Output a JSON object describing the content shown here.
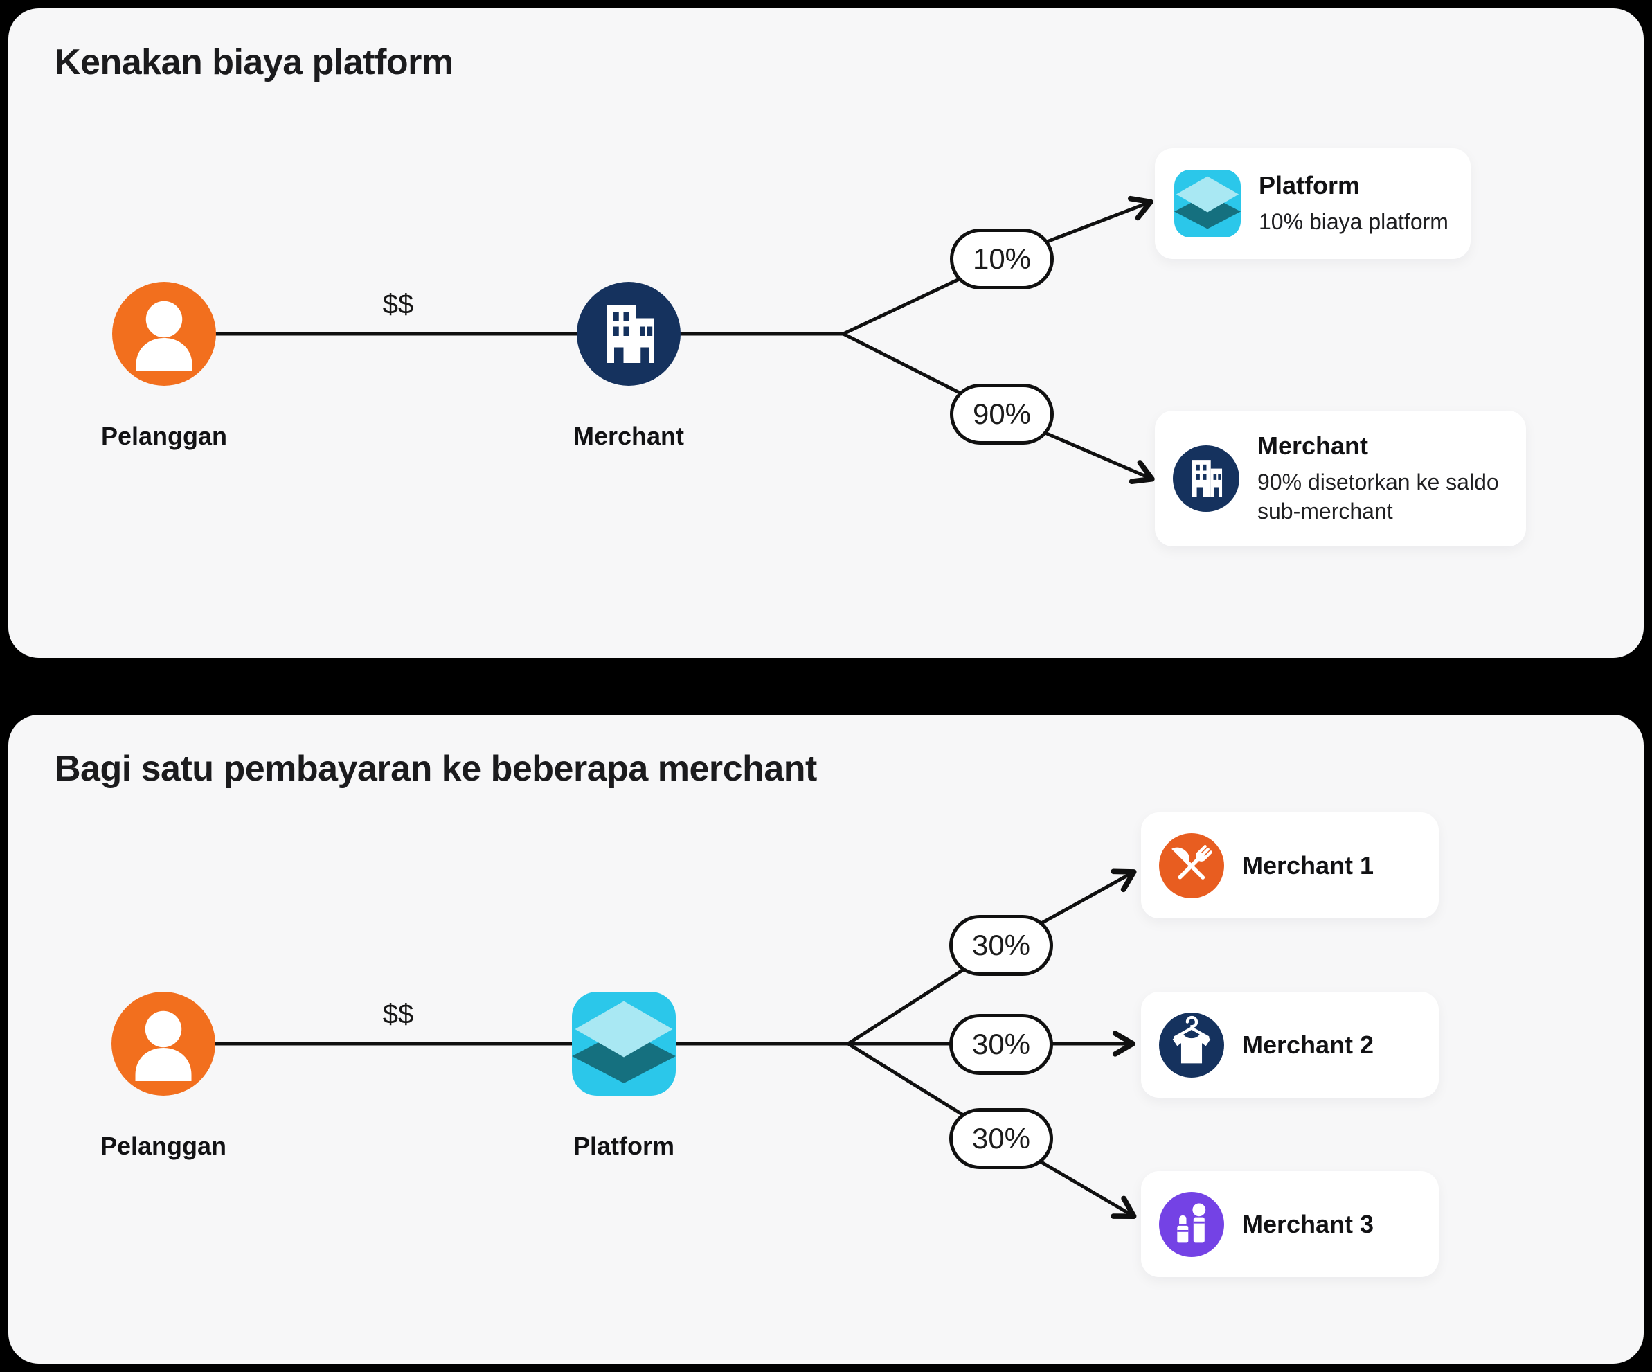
{
  "colors": {
    "navy": "#15325E",
    "orange": "#F26F1E",
    "orange_deep": "#E85D20",
    "purple": "#7442E5",
    "cyan": "#2BC7EA",
    "cyan_light": "#A9E8F3",
    "teal_dark": "#15707F",
    "line": "#101010",
    "panel_bg": "#F7F7F8",
    "page_bg": "#000000"
  },
  "panel_top": {
    "title": "Kenakan biaya platform",
    "customer_label": "Pelanggan",
    "merchant_label": "Merchant",
    "flow_label": "$$",
    "split_upper": {
      "pct": "10%",
      "card_title": "Platform",
      "card_desc": "10% biaya platform"
    },
    "split_lower": {
      "pct": "90%",
      "card_title": "Merchant",
      "card_desc": "90% disetorkan ke saldo sub-merchant"
    }
  },
  "panel_bottom": {
    "title": "Bagi satu pembayaran ke beberapa merchant",
    "customer_label": "Pelanggan",
    "platform_label": "Platform",
    "flow_label": "$$",
    "splits": [
      {
        "pct": "30%",
        "card_title": "Merchant 1"
      },
      {
        "pct": "30%",
        "card_title": "Merchant 2"
      },
      {
        "pct": "30%",
        "card_title": "Merchant 3"
      }
    ]
  }
}
